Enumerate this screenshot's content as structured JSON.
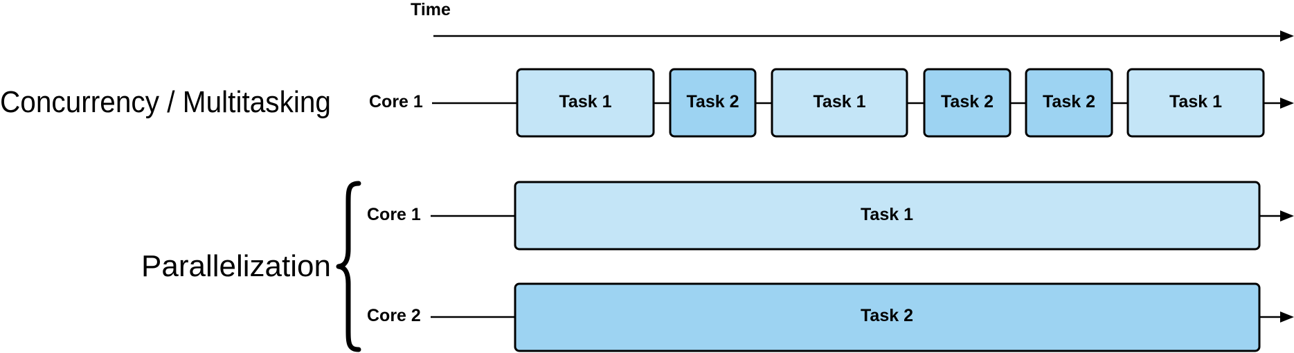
{
  "time_label": "Time",
  "colors": {
    "task1_fill": "#c4e5f7",
    "task2_fill": "#9dd3f2",
    "stroke": "#000000"
  },
  "concurrency": {
    "title": "Concurrency / Multitasking",
    "core_label": "Core 1",
    "tasks": [
      {
        "label": "Task 1",
        "task": 1
      },
      {
        "label": "Task 2",
        "task": 2
      },
      {
        "label": "Task 1",
        "task": 1
      },
      {
        "label": "Task 2",
        "task": 2
      },
      {
        "label": "Task 2",
        "task": 2
      },
      {
        "label": "Task 1",
        "task": 1
      }
    ]
  },
  "parallel": {
    "title": "Parallelization",
    "cores": [
      {
        "core_label": "Core 1",
        "task_label": "Task 1",
        "task": 1
      },
      {
        "core_label": "Core 2",
        "task_label": "Task 2",
        "task": 2
      }
    ]
  }
}
